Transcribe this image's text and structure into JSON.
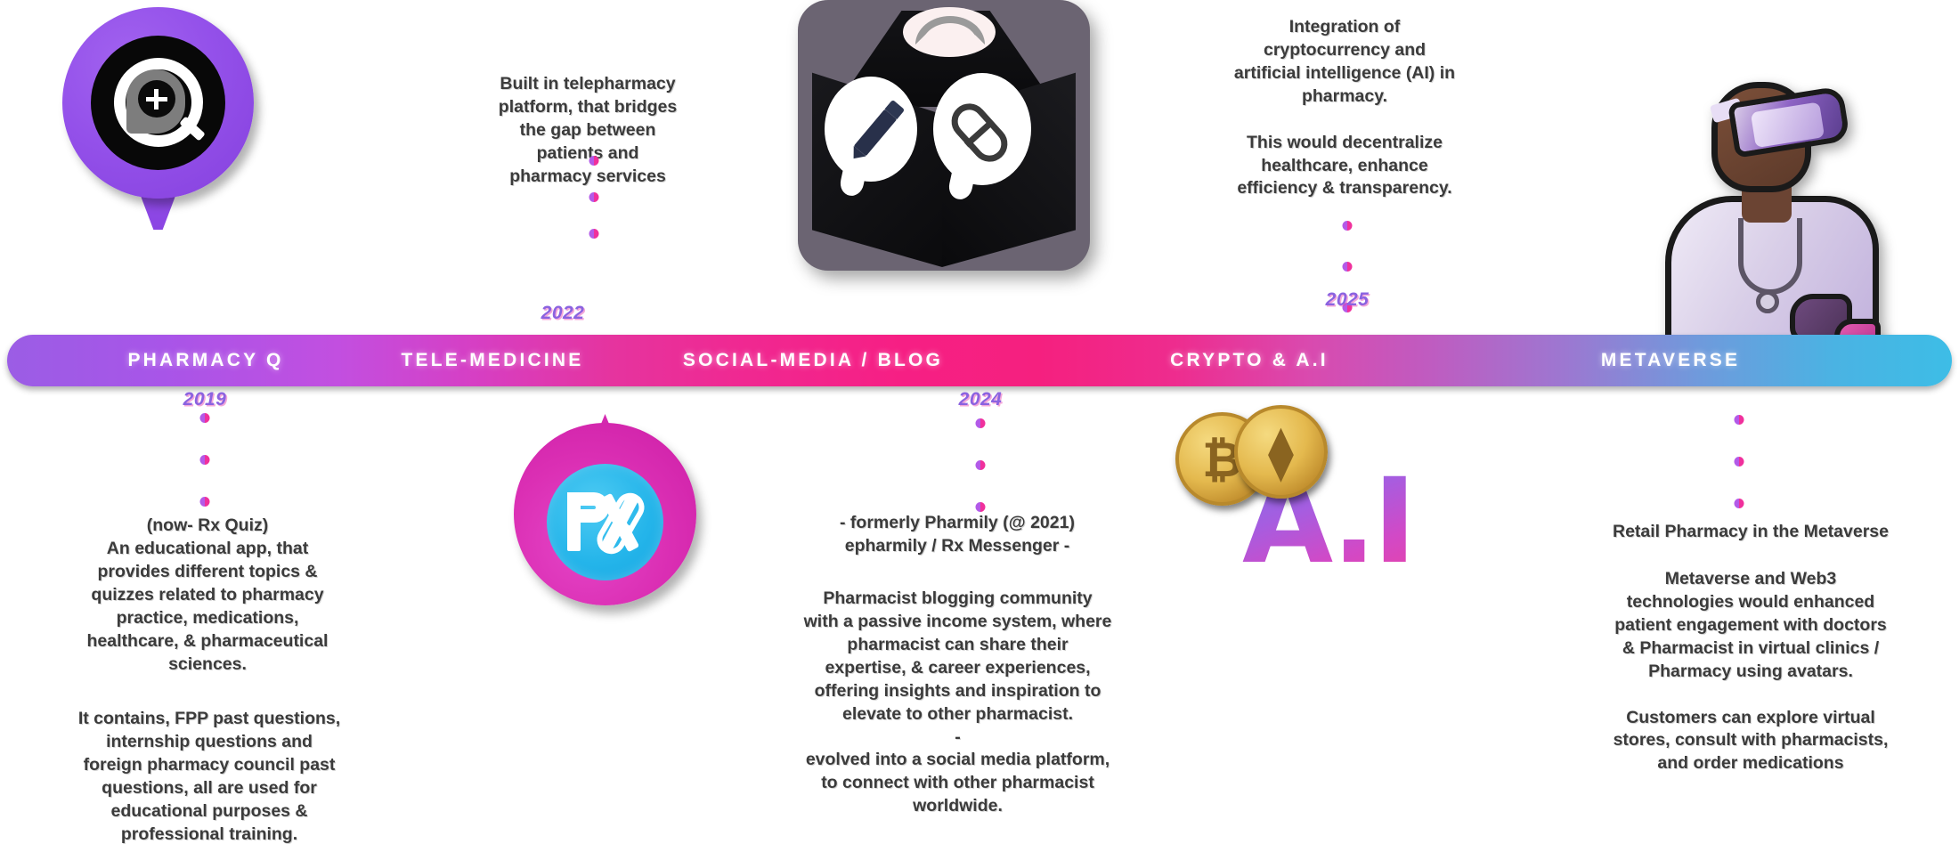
{
  "timeline": {
    "milestones": [
      {
        "id": "pharmacy-q",
        "label": "PHARMACY Q",
        "year": "2019",
        "icon": "map-pin-pharmacy-q-logo-icon",
        "body_top": "",
        "body_bottom_1": "(now- Rx Quiz)\nAn educational app, that\nprovides different topics &\nquizzes related to pharmacy\npractice, medications,\nhealthcare, & pharmaceutical\nsciences.",
        "body_bottom_2": "It contains, FPP past questions,\ninternship questions and\nforeign pharmacy council past\nquestions, all are used for\neducational purposes &\nprofessional training."
      },
      {
        "id": "tele-medicine",
        "label": "TELE-MEDICINE",
        "year": "2022",
        "icon": "px-teardrop-logo-icon",
        "body_top": "Built in telepharmacy\nplatform, that bridges\nthe gap between\npatients and\npharmacy services",
        "body_bottom_1": "",
        "body_bottom_2": ""
      },
      {
        "id": "social-media-blog",
        "label": "SOCIAL-MEDIA / BLOG",
        "year": "2024",
        "icon": "social-cube-icon",
        "body_top": "",
        "body_bottom_1": "- formerly Pharmily (@ 2021)\nepharmily / Rx Messenger -",
        "body_bottom_2": "Pharmacist blogging community\nwith a passive income system, where\npharmacist  can share their\nexpertise, & career experiences,\noffering insights and inspiration to\nelevate to other pharmacist.\n-\nevolved into a social media platform,\nto connect with other pharmacist\nworldwide."
      },
      {
        "id": "crypto-ai",
        "label": "CRYPTO & A.I",
        "year": "2025",
        "icon": "bitcoin-ethereum-coins-icon",
        "body_top": "Integration of\ncryptocurrency and\nartificial intelligence (AI) in\npharmacy.\n\nThis would decentralize\nhealthcare, enhance\nefficiency & transparency.",
        "body_bottom_1": "",
        "body_bottom_2": ""
      },
      {
        "id": "metaverse",
        "label": "METAVERSE",
        "year": "",
        "icon": "vr-pharmacist-icon",
        "body_top": "",
        "body_bottom_1": "Retail Pharmacy in the Metaverse",
        "body_bottom_2": "Metaverse and Web3\ntechnologies would enhanced\npatient engagement with doctors\n& Pharmacist in virtual clinics /\nPharmacy using avatars.\n\nCustomers can explore virtual\nstores, consult with pharmacists,\nand order medications"
      }
    ]
  },
  "graphics": {
    "ai_label": "A.I",
    "btc_symbol": "₿",
    "eth_symbol": "⧫",
    "cube_icons": [
      "wave-glyph-icon",
      "pencil-speech-bubble-icon",
      "pill-speech-bubble-icon"
    ]
  },
  "colors": {
    "bar_start": "#9b5de5",
    "bar_mid": "#f61f84",
    "bar_end": "#3dbde6",
    "year_text": "#8b63e0",
    "body_text": "#3b3b3b",
    "pin_purple": "#9451ea",
    "pin_pink": "#db2fb4",
    "px_circle": "#25b5ea",
    "coin_gold": "#e4b94e"
  }
}
